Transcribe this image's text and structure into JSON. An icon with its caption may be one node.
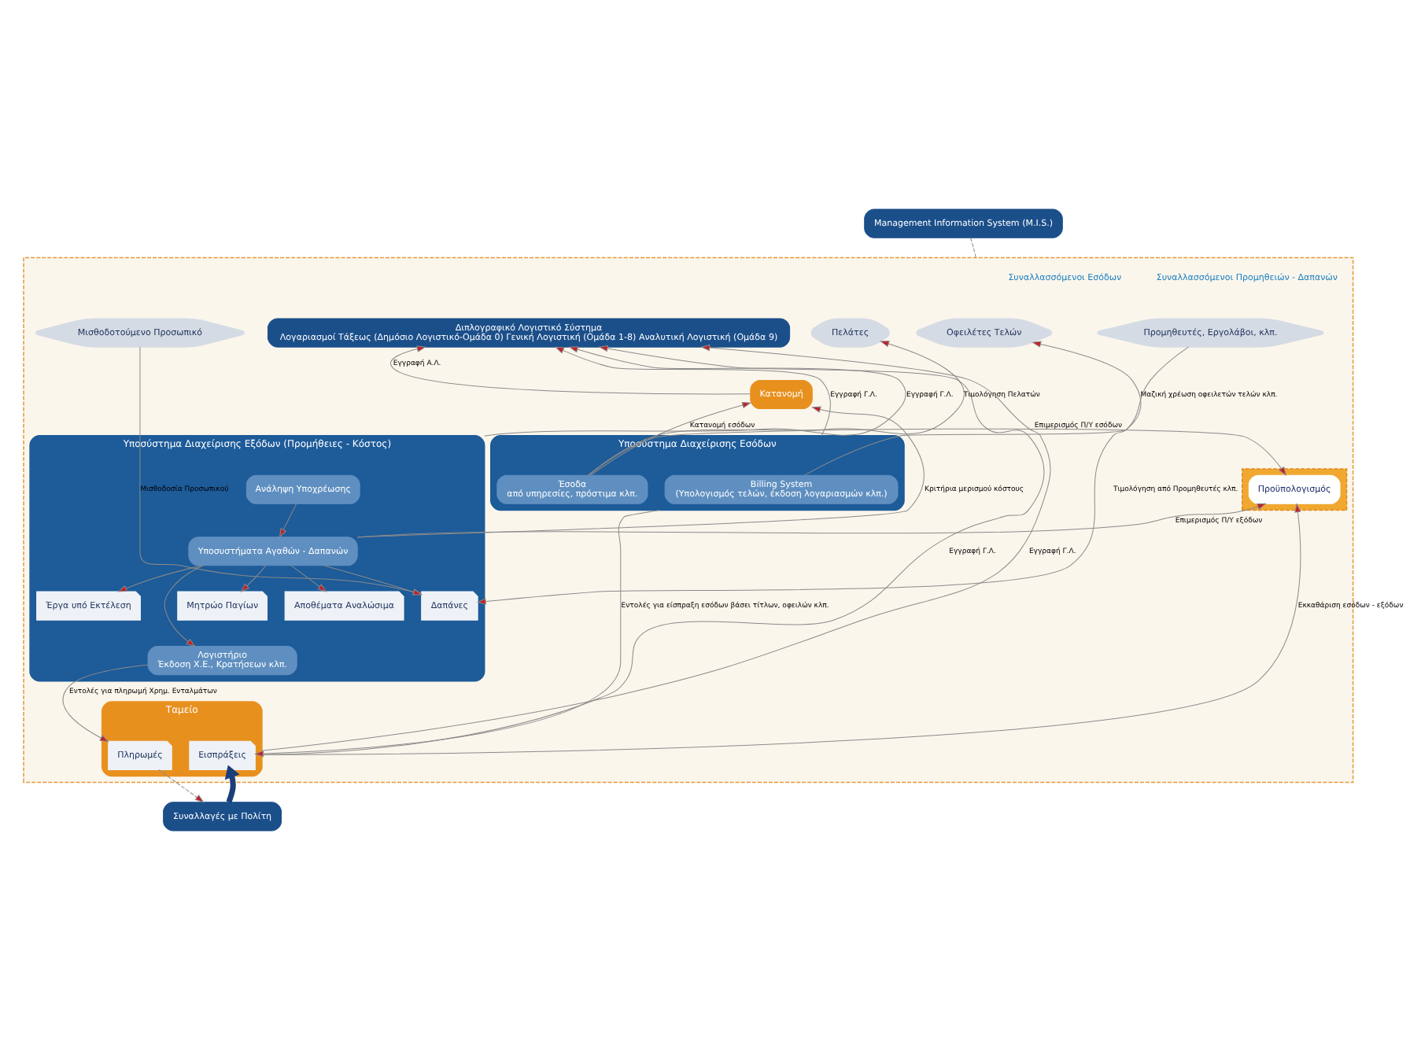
{
  "diagram": {
    "nodes": [
      {
        "text": [
          "Management Information System (M.I.S.)"
        ]
      },
      {
        "text": [],
        "shape": "box"
      },
      {
        "text": [
          "Οφειλέτες Τελών"
        ],
        "in": 1
      },
      {
        "text": [
          "Πελάτες"
        ],
        "in": 1
      },
      {
        "text": [
          "Διπλογραφικό Λογιστικό Σύστημα",
          "Λογαριασμοί Τάξεως (Δημόσιο Λογιστικό-Ομάδα 0) Γενική Λογιστική (Ομάδα 1-8) Αναλυτική Λογιστική (Ομάδα 9)"
        ],
        "in": 1
      },
      {
        "text": [
          "Προμηθευτές, Εργολάβοι, κλπ."
        ],
        "in": 1
      },
      {
        "text": [
          "Μισθοδοτούμενο Προσωπικό"
        ],
        "in": 1
      },
      {
        "text": [
          "Κατανομή"
        ],
        "in": 1
      },
      {
        "text": [
          "Υποσύστημα Διαχείρισης Εσόδων"
        ],
        "in": 1
      },
      {
        "text": [
          "Billing System",
          "(Υπολογισμός τελών, έκδοση λογαριασμών κλπ.)"
        ],
        "in": 8
      },
      {
        "text": [
          "Έσοδα",
          "από υπηρεσίες, πρόστιμα κλπ."
        ],
        "in": 8
      },
      {
        "text": [],
        "shape": "box",
        "in": 1
      },
      {
        "text": [
          "Προϋπολογισμός"
        ],
        "in": 11
      },
      {
        "text": [
          "Υποσύστημα Διαχείρισης Εξόδων (Προμήθειες - Κόστος)"
        ],
        "in": 1
      },
      {
        "text": [
          "Ανάληψη Υποχρέωσης"
        ],
        "in": 13
      },
      {
        "text": [
          "Υποσυστήματα Αγαθών - Δαπανών"
        ],
        "in": 13
      },
      {
        "text": [
          "Μητρώο Παγίων"
        ],
        "in": 13
      },
      {
        "text": [
          "Αποθέματα Αναλώσιμα"
        ],
        "in": 13
      },
      {
        "text": [
          "Δαπάνες"
        ],
        "in": 13
      },
      {
        "text": [
          "Έργα υπό Εκτέλεση"
        ],
        "in": 13
      },
      {
        "text": [
          "Λογιστήριο",
          "Έκδοση Χ.Ε., Κρατήσεων κλπ."
        ],
        "in": 13
      },
      {
        "text": [
          "Ταμείο"
        ],
        "in": 1
      },
      {
        "text": [
          "Εισπράξεις"
        ],
        "in": 21
      },
      {
        "text": [
          "Πληρωμές"
        ],
        "in": 21
      },
      {
        "text": [
          "Συναλλαγές με Πολίτη"
        ]
      }
    ],
    "edges": [
      {
        "from": 0,
        "to": 1,
        "arrow": "none",
        "style": "dashed"
      },
      {
        "from": 8,
        "to": 4,
        "arrow": "to",
        "label": "Εγγραφή Γ.Λ."
      },
      {
        "from": 21,
        "to": 4,
        "arrow": "to",
        "label": "Εγγραφή Γ.Λ."
      },
      {
        "from": 13,
        "to": 4,
        "arrow": "to",
        "label": "Εγγραφή Γ.Λ."
      },
      {
        "from": 21,
        "to": 4,
        "arrow": "to",
        "label": "Εγγραφή Γ.Λ."
      },
      {
        "from": 7,
        "to": 4,
        "arrow": "to",
        "label": "Εγγραφή Α.Λ."
      },
      {
        "from": 10,
        "to": 7,
        "arrow": "to",
        "label": "Κατανομή εσόδων"
      },
      {
        "from": 15,
        "to": 7,
        "arrow": "to",
        "label": "Κριτήρια μερισμού κόστους"
      },
      {
        "from": 9,
        "to": 2,
        "arrow": "to",
        "label": "Μαζική χρέωση οφειλετών τελών κλπ."
      },
      {
        "from": 10,
        "to": 3,
        "arrow": "to",
        "label": "Τιμολόγηση Πελατών"
      },
      {
        "from": 10,
        "to": 12,
        "arrow": "to",
        "label": "Επιμερισμός Π/Υ εσόδων"
      },
      {
        "from": 15,
        "to": 12,
        "arrow": "to",
        "label": "Επιμερισμός Π/Υ εξόδων"
      },
      {
        "from": 21,
        "to": 12,
        "arrow": "to",
        "label": "Εκκαθάριση εσόδων - εξόδων"
      },
      {
        "from": 5,
        "to": 18,
        "arrow": "to",
        "label": "Τιμολόγηση από Προμηθευτές κλπ."
      },
      {
        "from": 6,
        "to": 18,
        "arrow": "to",
        "label": "Μισθοδοσία Προσωπικού"
      },
      {
        "from": 14,
        "to": 15,
        "arrow": "to"
      },
      {
        "from": 15,
        "to": 16,
        "arrow": "to"
      },
      {
        "from": 15,
        "to": 17,
        "arrow": "to"
      },
      {
        "from": 15,
        "to": 18,
        "arrow": "to"
      },
      {
        "from": 15,
        "to": 19,
        "arrow": "to"
      },
      {
        "from": 15,
        "to": 20,
        "arrow": "to"
      },
      {
        "from": 8,
        "to": 22,
        "arrow": "to",
        "label": "Εντολές για είσπραξη εσόδων βάσει τίτλων, οφειλών κλπ."
      },
      {
        "from": 20,
        "to": 23,
        "arrow": "to",
        "label": "Εντολές για πληρωμή Χρημ. Ενταλμάτων"
      },
      {
        "from": 24,
        "to": 22,
        "arrow": "to",
        "style": "thick",
        "color": "#1b3f7a"
      },
      {
        "from": 23,
        "to": 24,
        "arrow": "to",
        "style": "dashed"
      }
    ],
    "labels": [
      "Συναλλασσόμενοι Εσόδων",
      "Συναλλασσόμενοι Προμηθειών - Δαπανών"
    ]
  }
}
